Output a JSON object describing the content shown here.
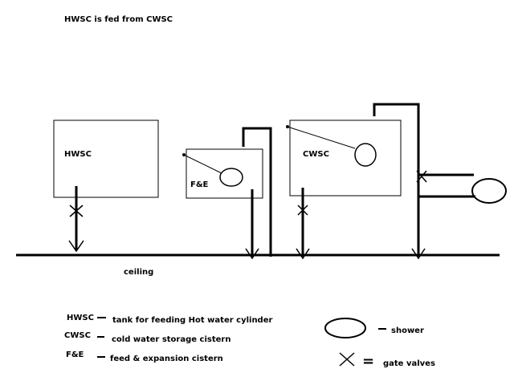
{
  "title": "HWSC is fed from CWSC",
  "ceiling_label": "ceiling",
  "tanks": {
    "hwsc": "HWSC",
    "fe": "F&E",
    "cwsc": "CWSC"
  },
  "legend": {
    "hwsc_abbr": "HWSC",
    "hwsc_desc": "tank for feeding Hot water cylinder",
    "cwsc_abbr": "CWSC",
    "cwsc_desc": "cold water storage cistern",
    "fe_abbr": "F&E",
    "fe_desc": "feed & expansion cistern",
    "shower_desc": "shower",
    "valves_equals": "=",
    "valves_desc": "gate valves"
  },
  "colors": {
    "ink": "#000000",
    "background": "#ffffff"
  }
}
